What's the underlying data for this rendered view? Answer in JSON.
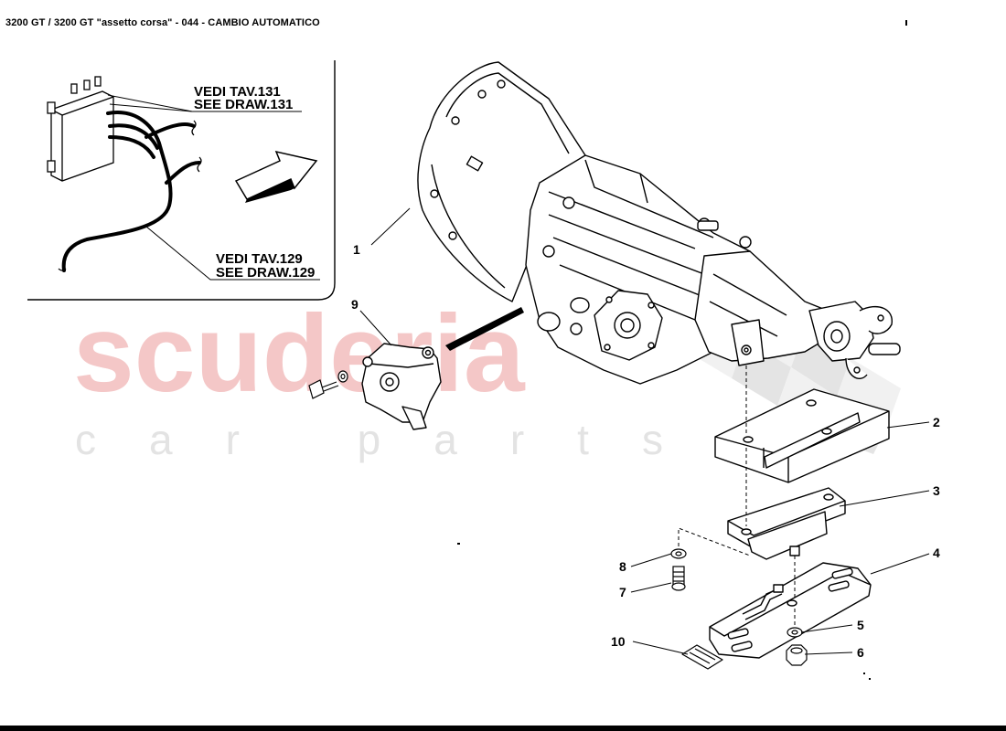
{
  "header": {
    "title": "3200 GT / 3200 GT \"assetto corsa\" - 044 - CAMBIO AUTOMATICO"
  },
  "watermark": {
    "brand": "scuderia",
    "subtitle": "car parts",
    "color": "#f4c7c7",
    "subtitle_color": "#e3e3e3"
  },
  "inset": {
    "ref_upper": {
      "line1": "VEDI TAV.131",
      "line2": "SEE DRAW.131"
    },
    "ref_lower": {
      "line1": "VEDI TAV.129",
      "line2": "SEE DRAW.129"
    }
  },
  "callouts": {
    "c1": "1",
    "c2": "2",
    "c3": "3",
    "c4": "4",
    "c5": "5",
    "c6": "6",
    "c7": "7",
    "c8": "8",
    "c9": "9",
    "c10": "10"
  },
  "colors": {
    "ink": "#000000",
    "paper": "#ffffff"
  }
}
